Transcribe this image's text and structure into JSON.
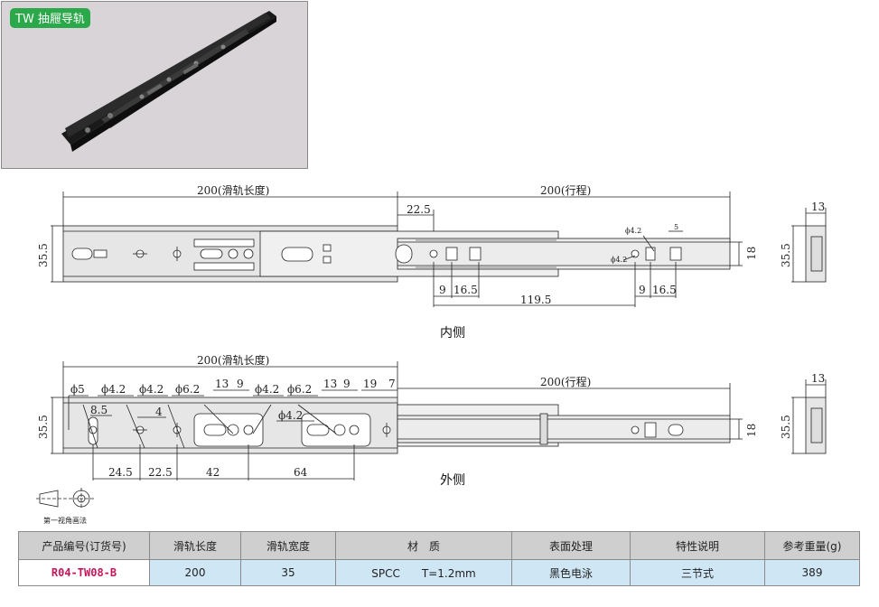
{
  "photo": {
    "tag": "TW 抽屜导轨"
  },
  "inner_view": {
    "caption": "内侧",
    "dims": {
      "length": "200(滑轨长度)",
      "travel": "200(行程)",
      "height": "35.5",
      "d1": "22.5",
      "d2": "9",
      "d3": "16.5",
      "d4": "119.5",
      "d5": "9",
      "d6": "16.5",
      "d7": "18",
      "hole_a": "ϕ4.2",
      "hole_b": "ϕ4.2",
      "small": "5"
    }
  },
  "outer_view": {
    "caption": "外侧",
    "dims": {
      "length": "200(滑轨长度)",
      "travel": "200(行程)",
      "height": "35.5",
      "h1": "ϕ5",
      "h2": "ϕ4.2",
      "h3": "ϕ4.2",
      "h4": "ϕ6.2",
      "h5": "13",
      "h6": "9",
      "h7": "ϕ4.2",
      "h8": "ϕ6.2",
      "h9": "13",
      "h10": "9",
      "h11": "19",
      "h12": "7",
      "h13": "8.5",
      "h14": "4",
      "h15": "ϕ4.2",
      "b1": "24.5",
      "b2": "22.5",
      "b3": "42",
      "b4": "64",
      "d7": "18"
    }
  },
  "side_views": {
    "top": {
      "w": "13",
      "h": "35.5"
    },
    "bottom": {
      "w": "13",
      "h": "35.5"
    }
  },
  "projection_label": "第一视角画法",
  "table": {
    "headers": [
      "产品编号(订货号)",
      "滑轨长度",
      "滑轨宽度",
      "材　质",
      "表面处理",
      "特性说明",
      "参考重量(g)"
    ],
    "row": [
      "R04-TW08-B",
      "200",
      "35",
      "SPCC　　T=1.2mm",
      "黑色电泳",
      "三节式",
      "389"
    ]
  }
}
